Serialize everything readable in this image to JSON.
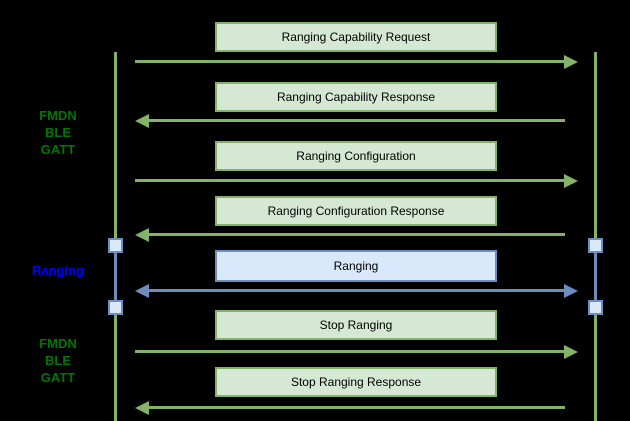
{
  "side_labels": [
    {
      "lines": [
        "FMDN",
        "BLE",
        "GATT"
      ],
      "color": "#007700"
    },
    {
      "lines": [
        "Ranging"
      ],
      "color": "#0000ff"
    },
    {
      "lines": [
        "FMDN",
        "BLE",
        "GATT"
      ],
      "color": "#007700"
    }
  ],
  "messages": [
    {
      "label": "Ranging Capability Request",
      "direction": "left-to-right",
      "style": "green"
    },
    {
      "label": "Ranging Capability Response",
      "direction": "right-to-left",
      "style": "green"
    },
    {
      "label": "Ranging Configuration",
      "direction": "left-to-right",
      "style": "green"
    },
    {
      "label": "Ranging Configuration Response",
      "direction": "right-to-left",
      "style": "green"
    },
    {
      "label": "Ranging",
      "direction": "bidirectional",
      "style": "blue"
    },
    {
      "label": "Stop Ranging",
      "direction": "left-to-right",
      "style": "green"
    },
    {
      "label": "Stop Ranging Response",
      "direction": "right-to-left",
      "style": "green"
    }
  ],
  "colors": {
    "background": "#000000",
    "message_fill_green": "#d5e8d4",
    "message_stroke_green": "#82b366",
    "message_fill_blue": "#dae8fc",
    "message_stroke_blue": "#6c8ebf",
    "label_green": "#007700",
    "label_blue": "#0000ff",
    "text": "#000000"
  }
}
